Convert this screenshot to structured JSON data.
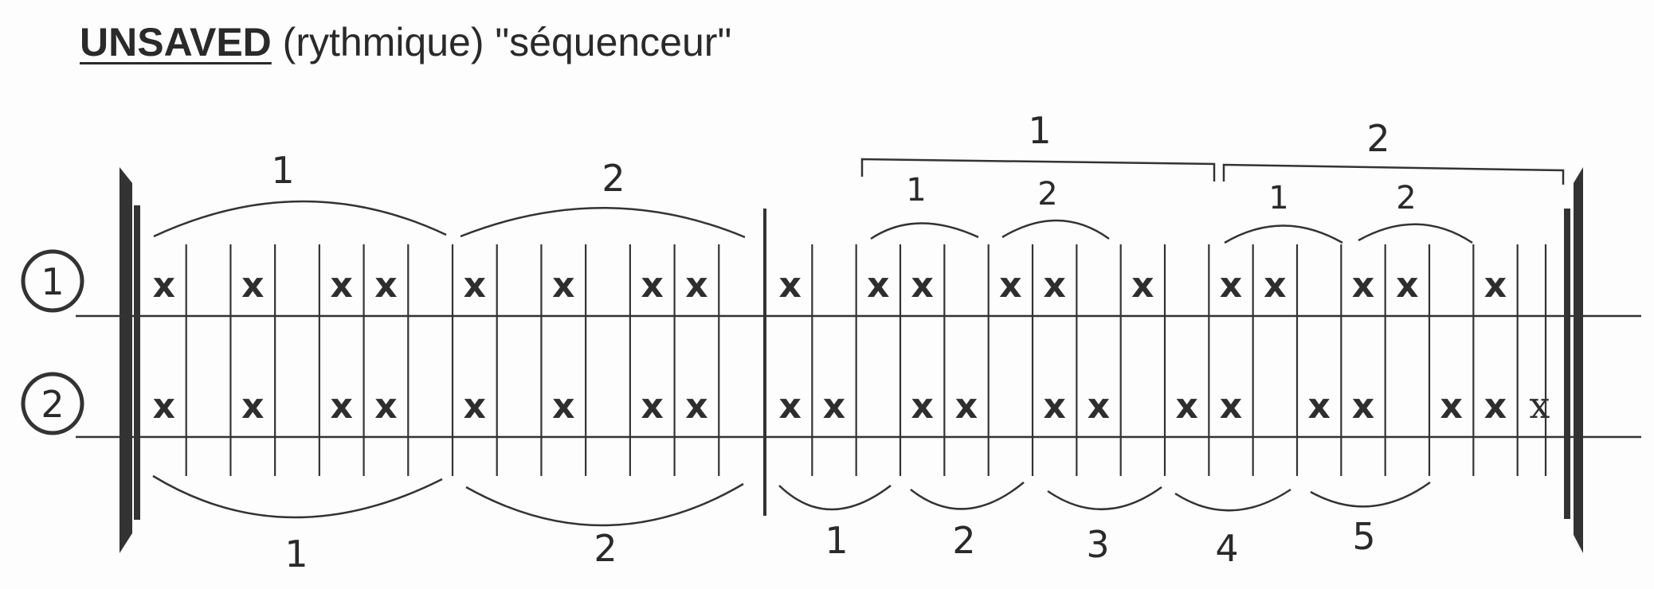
{
  "title": {
    "main": "UNSAVED",
    "rest": " (rythmique) \"séquenceur\""
  },
  "tracks": [
    {
      "label": "1",
      "name": "track-1"
    },
    {
      "label": "2",
      "name": "track-2"
    }
  ],
  "grid": {
    "steps": 32,
    "first_section_steps": 14
  },
  "pattern": {
    "track1": [
      0,
      2,
      4,
      5,
      7,
      9,
      11,
      12,
      14,
      16,
      17,
      19,
      20,
      22,
      24,
      25,
      27,
      28,
      30
    ],
    "track2": [
      0,
      2,
      4,
      5,
      7,
      9,
      11,
      12,
      14,
      15,
      17,
      18,
      20,
      21,
      23,
      24,
      26,
      27,
      29,
      30
    ],
    "track2_light": [
      31
    ]
  },
  "groupings": {
    "top_section_a": [
      "1",
      "2"
    ],
    "top_section_b_outer": [
      "1",
      "2"
    ],
    "top_section_b_inner": [
      "1",
      "2",
      "1",
      "2"
    ],
    "bottom_section_a": [
      "1",
      "2"
    ],
    "bottom_section_b": [
      "1",
      "2",
      "3",
      "4",
      "5"
    ]
  },
  "colors": {
    "ink": "#2e2e2e",
    "paper": "#fdfdfd"
  }
}
